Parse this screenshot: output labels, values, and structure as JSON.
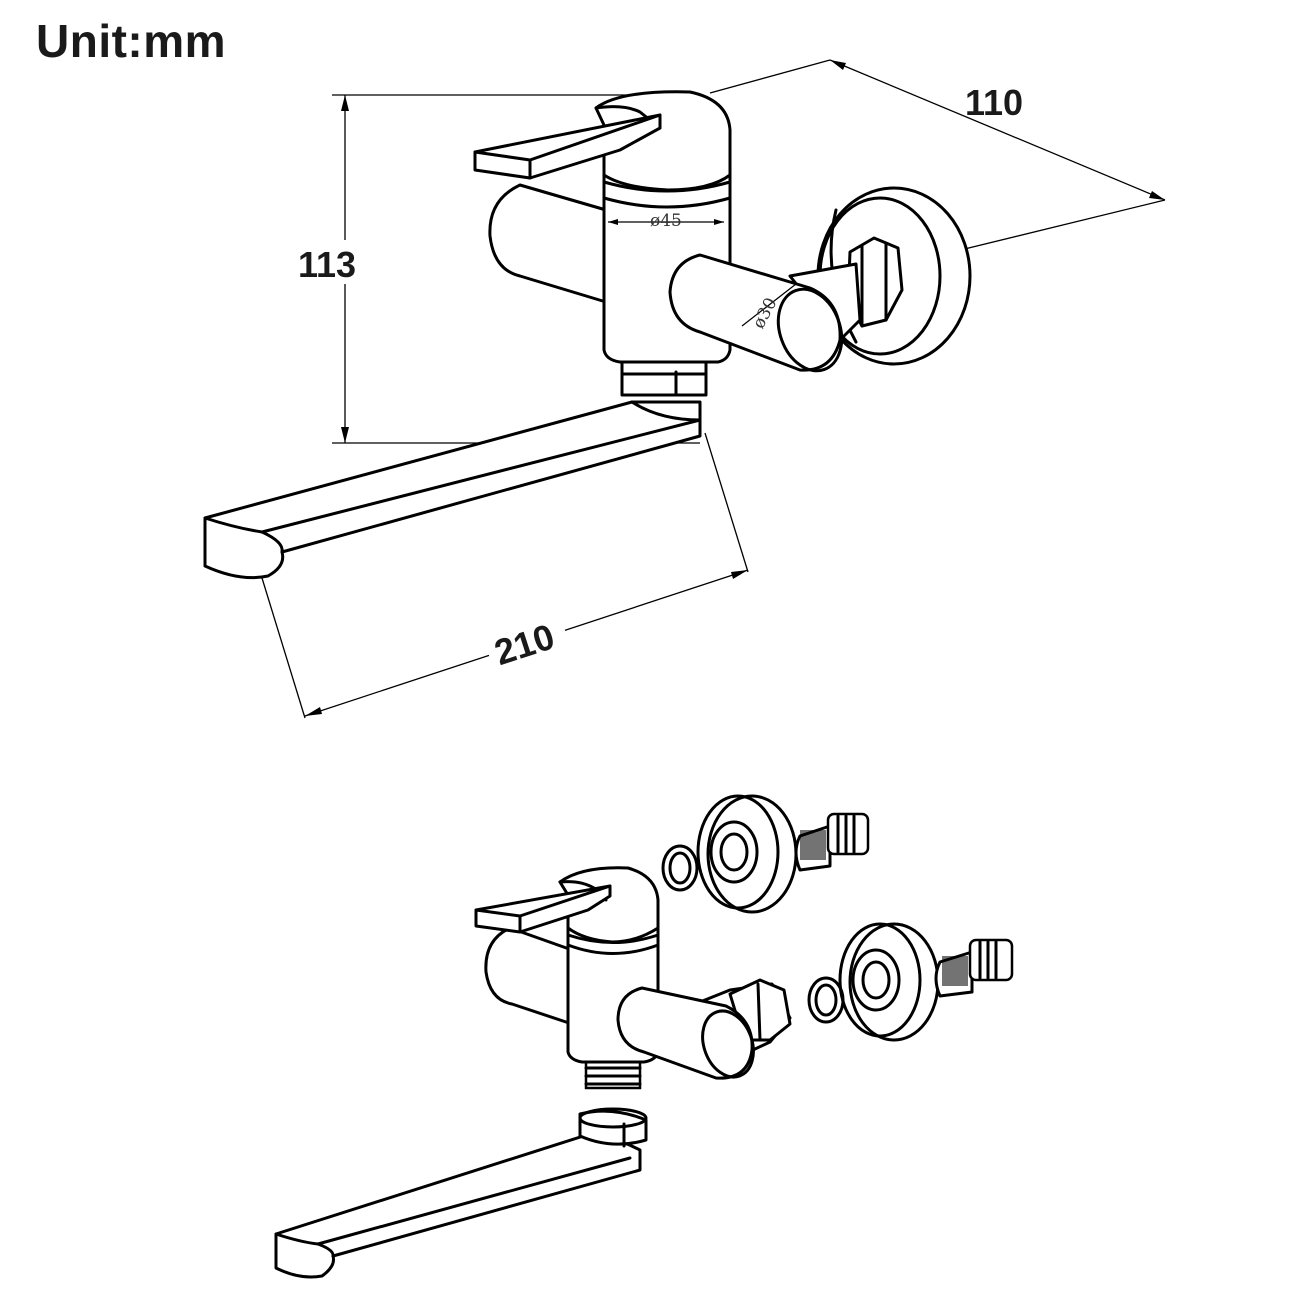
{
  "unit_label": "Unit:mm",
  "dimensions": {
    "width_wall": "110",
    "height": "113",
    "spout_length": "210",
    "body_diameter": "ø45",
    "inlet_diameter": "ø30"
  },
  "views": [
    "assembled-dimensioned-view",
    "exploded-view"
  ]
}
